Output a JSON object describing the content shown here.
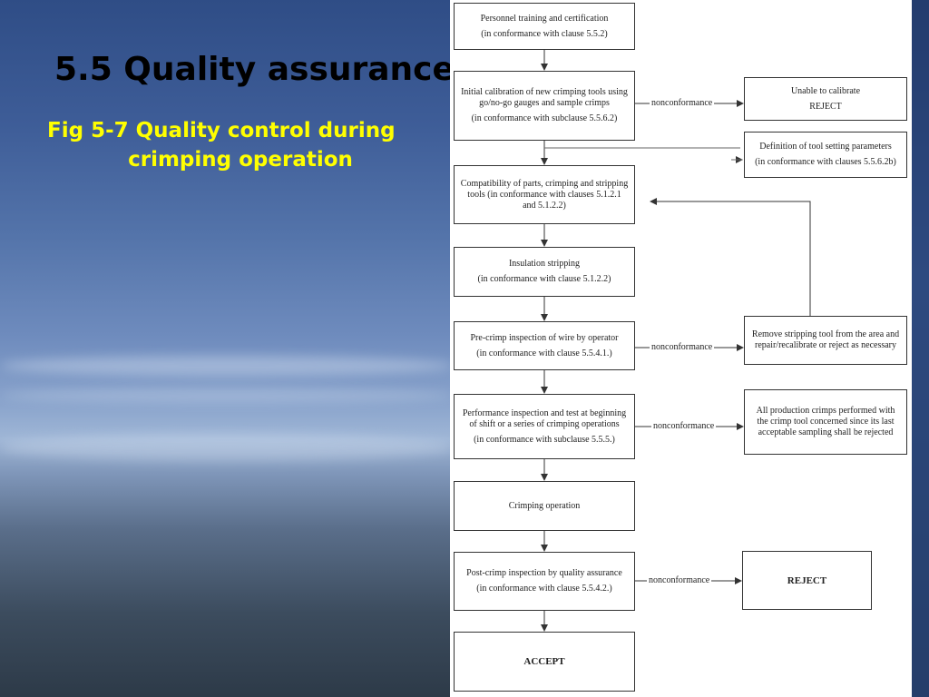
{
  "slide": {
    "title": "5.5 Quality assurance",
    "caption_line1": "Fig 5-7 Quality control during",
    "caption_line2": "crimping operation"
  },
  "flowchart": {
    "main_steps": [
      {
        "text": "Personnel training and certification",
        "ref": "(in conformance with clause 5.5.2)"
      },
      {
        "text": "Initial calibration of new crimping tools using go/no-go gauges and sample crimps",
        "ref": "(in conformance with subclause 5.5.6.2)"
      },
      {
        "text": "Compatibility of parts, crimping and stripping tools (in conformance with clauses 5.1.2.1 and 5.1.2.2)",
        "ref": ""
      },
      {
        "text": "Insulation stripping",
        "ref": "(in conformance with clause 5.1.2.2)"
      },
      {
        "text": "Pre-crimp inspection of wire by operator",
        "ref": "(in conformance with clause 5.5.4.1.)"
      },
      {
        "text": "Performance inspection and test at beginning of shift or a series of crimping operations",
        "ref": "(in conformance with subclause 5.5.5.)"
      },
      {
        "text": "Crimping operation",
        "ref": ""
      },
      {
        "text": "Post-crimp inspection by quality assurance",
        "ref": "(in conformance with clause 5.5.4.2.)"
      },
      {
        "text": "ACCEPT",
        "ref": ""
      }
    ],
    "side_boxes": {
      "unable_calibrate_line1": "Unable to calibrate",
      "unable_calibrate_line2": "REJECT",
      "tool_params": "Definition of tool setting parameters",
      "tool_params_ref": "(in conformance with clauses 5.5.6.2b)",
      "remove_tool": "Remove stripping tool from the area and repair/recalibrate or reject as necessary",
      "production_rejected": "All production crimps performed with the crimp tool concerned since its last acceptable sampling shall be rejected",
      "post_reject": "REJECT"
    },
    "nonconformance_label": "nonconformance"
  },
  "colors": {
    "caption": "#ffff00",
    "title": "#000000",
    "diagram_bg": "#ffffff",
    "line": "#333333"
  }
}
